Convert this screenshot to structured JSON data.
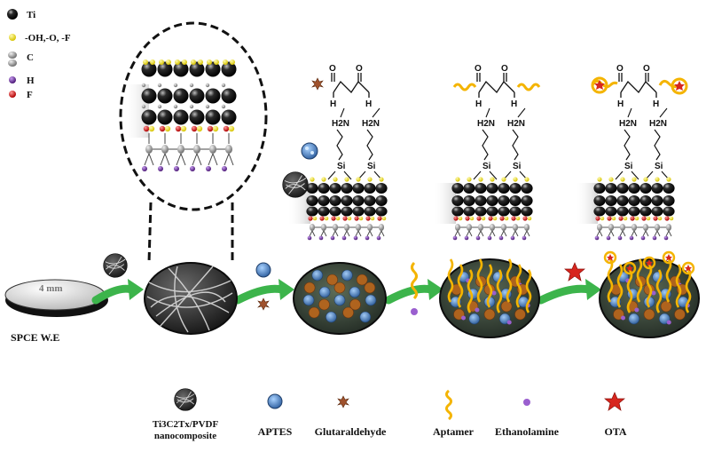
{
  "legend": [
    {
      "label": "Ti",
      "color": "#111111"
    },
    {
      "label": "-OH,-O, -F",
      "color": "#f2e600"
    },
    {
      "label": "C",
      "color": "#8a8a8a"
    },
    {
      "label": "H",
      "color": "#5a1f8a"
    },
    {
      "label": "F",
      "color": "#e21b1b"
    }
  ],
  "electrode": {
    "size_label": "4 mm",
    "caption": "SPCE W.E"
  },
  "chemistry": {
    "h2n": "H2N",
    "si": "Si",
    "o": "O",
    "h": "H"
  },
  "key": {
    "nanocomposite_line1": "Ti3C2Tx/PVDF",
    "nanocomposite_line2": "nanocomposite",
    "aptes": "APTES",
    "glutaraldehyde": "Glutaraldehyde",
    "aptamer": "Aptamer",
    "ethanolamine": "Ethanolamine",
    "ota": "OTA"
  },
  "colors": {
    "arrow": "#3cb44b",
    "aptamer": "#f4b400",
    "ota": "#d7261e",
    "aptes": "#3a6fb0",
    "glutaraldehyde": "#a0522d",
    "ethanolamine": "#9a5fcf"
  }
}
